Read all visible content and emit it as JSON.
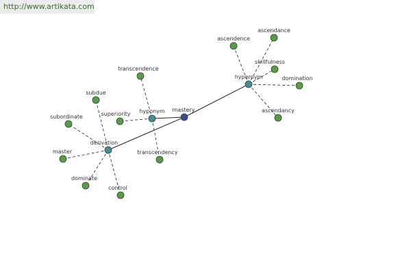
{
  "watermark": "http://www.artikata.com",
  "colors": {
    "word_node": "#5a9a4a",
    "relation_node": "#4a8a9a",
    "center_node": "#3a4a9a",
    "node_stroke": "#2a4a2a",
    "edge": "#222222"
  },
  "nodes": [
    {
      "id": "mastery",
      "label": "mastery",
      "kind": "center"
    },
    {
      "id": "hypernym",
      "label": "hypernym",
      "kind": "relation"
    },
    {
      "id": "hyponym",
      "label": "hyponym",
      "kind": "relation"
    },
    {
      "id": "derivation",
      "label": "derivation",
      "kind": "relation"
    },
    {
      "id": "ascendence",
      "label": "ascendence",
      "kind": "word"
    },
    {
      "id": "ascendance",
      "label": "ascendance",
      "kind": "word"
    },
    {
      "id": "skillfulness",
      "label": "skillfulness",
      "kind": "word"
    },
    {
      "id": "domination",
      "label": "domination",
      "kind": "word"
    },
    {
      "id": "ascendancy",
      "label": "ascendancy",
      "kind": "word"
    },
    {
      "id": "transcendence",
      "label": "transcendence",
      "kind": "word"
    },
    {
      "id": "superiority",
      "label": "superiority",
      "kind": "word"
    },
    {
      "id": "transcendency",
      "label": "transcendency",
      "kind": "word"
    },
    {
      "id": "subdue",
      "label": "subdue",
      "kind": "word"
    },
    {
      "id": "subordinate",
      "label": "subordinate",
      "kind": "word"
    },
    {
      "id": "master",
      "label": "master",
      "kind": "word"
    },
    {
      "id": "dominate",
      "label": "dominate",
      "kind": "word"
    },
    {
      "id": "control",
      "label": "control",
      "kind": "word"
    }
  ],
  "edges": [
    {
      "from": "mastery",
      "to": "hypernym",
      "style": "solid"
    },
    {
      "from": "mastery",
      "to": "hyponym",
      "style": "solid"
    },
    {
      "from": "mastery",
      "to": "derivation",
      "style": "solid"
    },
    {
      "from": "hypernym",
      "to": "ascendence",
      "style": "dashed"
    },
    {
      "from": "hypernym",
      "to": "ascendance",
      "style": "dashed"
    },
    {
      "from": "hypernym",
      "to": "skillfulness",
      "style": "dashed"
    },
    {
      "from": "hypernym",
      "to": "domination",
      "style": "dashed"
    },
    {
      "from": "hypernym",
      "to": "ascendancy",
      "style": "dashed"
    },
    {
      "from": "hyponym",
      "to": "transcendence",
      "style": "dashed"
    },
    {
      "from": "hyponym",
      "to": "superiority",
      "style": "dashed"
    },
    {
      "from": "hyponym",
      "to": "transcendency",
      "style": "dashed"
    },
    {
      "from": "derivation",
      "to": "subdue",
      "style": "dashed"
    },
    {
      "from": "derivation",
      "to": "subordinate",
      "style": "dashed"
    },
    {
      "from": "derivation",
      "to": "master",
      "style": "dashed"
    },
    {
      "from": "derivation",
      "to": "dominate",
      "style": "dashed"
    },
    {
      "from": "derivation",
      "to": "control",
      "style": "dashed"
    }
  ]
}
